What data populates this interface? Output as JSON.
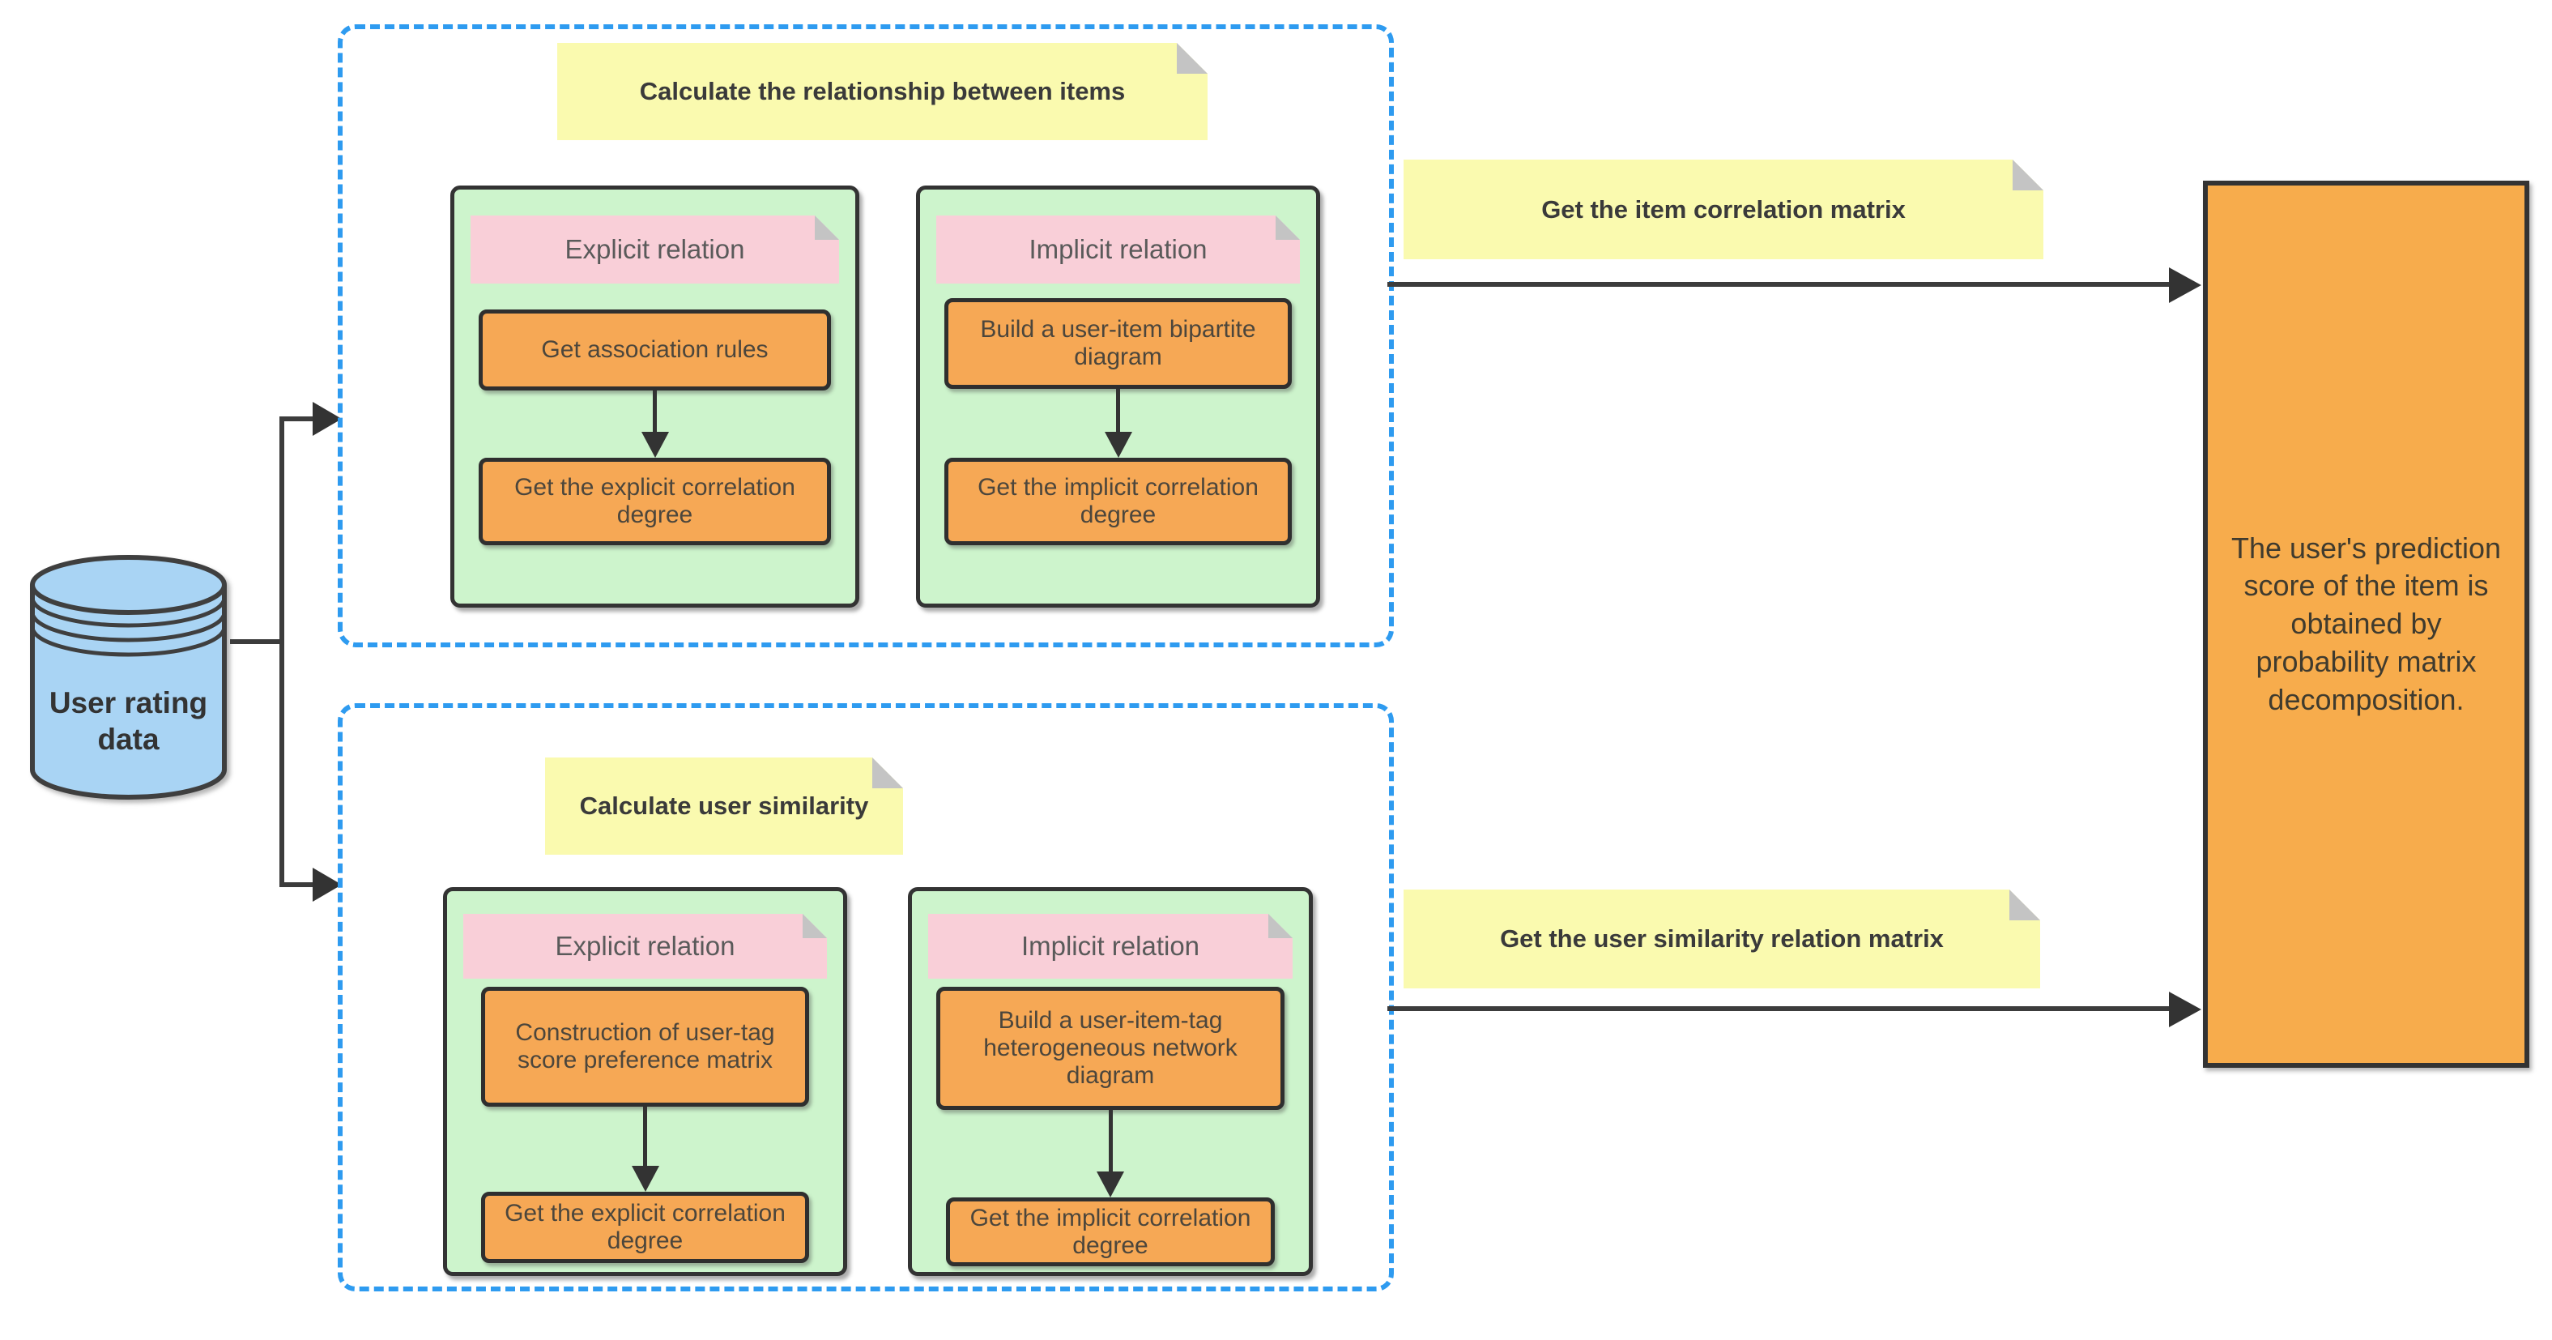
{
  "colors": {
    "dashed_border_blue": "#2E9BF0",
    "note_yellow": "#FAFAAF",
    "note_pink": "#F9CFD8",
    "panel_green": "#CDF4CC",
    "step_orange": "#F6A855",
    "result_orange": "#F7AC4C",
    "database_blue": "#A9D4F4",
    "stroke_dark": "#333333",
    "fold_gray": "#C4C4C4"
  },
  "database": {
    "label": "User rating data"
  },
  "item_section": {
    "title": "Calculate the relationship between items",
    "explicit": {
      "label": "Explicit relation",
      "steps": [
        "Get association rules",
        "Get the explicit correlation degree"
      ]
    },
    "implicit": {
      "label": "Implicit relation",
      "steps": [
        "Build a user-item bipartite diagram",
        "Get the implicit correlation degree"
      ]
    },
    "output_label": "Get the item correlation matrix"
  },
  "user_section": {
    "title": "Calculate user similarity",
    "explicit": {
      "label": "Explicit relation",
      "steps": [
        "Construction of user-tag score preference matrix",
        "Get the explicit correlation degree"
      ]
    },
    "implicit": {
      "label": "Implicit relation",
      "steps": [
        "Build a user-item-tag heterogeneous network diagram",
        "Get the implicit correlation degree"
      ]
    },
    "output_label": "Get the user similarity relation matrix"
  },
  "result": {
    "text": "The user's prediction score of the item is obtained by probability matrix decomposition."
  }
}
